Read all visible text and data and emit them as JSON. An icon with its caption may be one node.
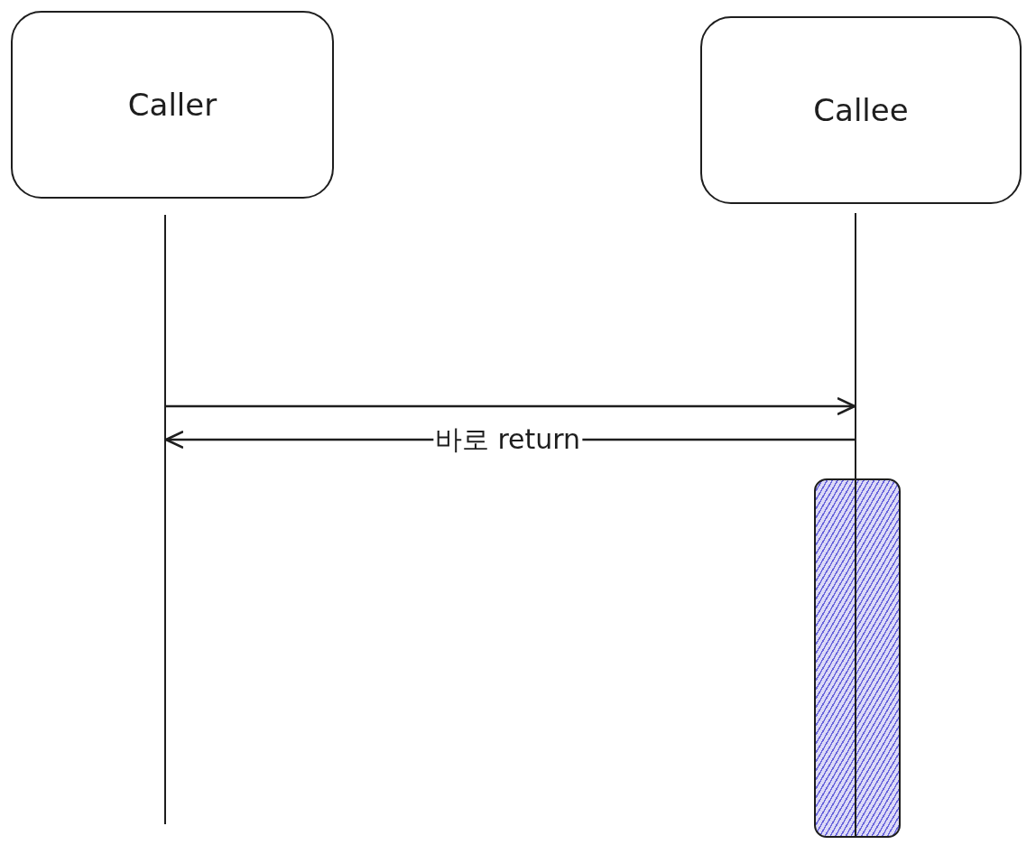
{
  "diagram": {
    "nodes": [
      {
        "text": [
          "Caller"
        ]
      },
      {
        "text": [
          "Callee"
        ]
      },
      {
        "text": [],
        "shape": "line"
      },
      {
        "text": [],
        "shape": "line"
      },
      {
        "text": [],
        "shape": "bar"
      }
    ],
    "edges": [
      {
        "from": 2,
        "to": 3,
        "arrow": "to"
      },
      {
        "from": 3,
        "to": 2,
        "arrow": "to",
        "label": "바로 return"
      }
    ]
  }
}
